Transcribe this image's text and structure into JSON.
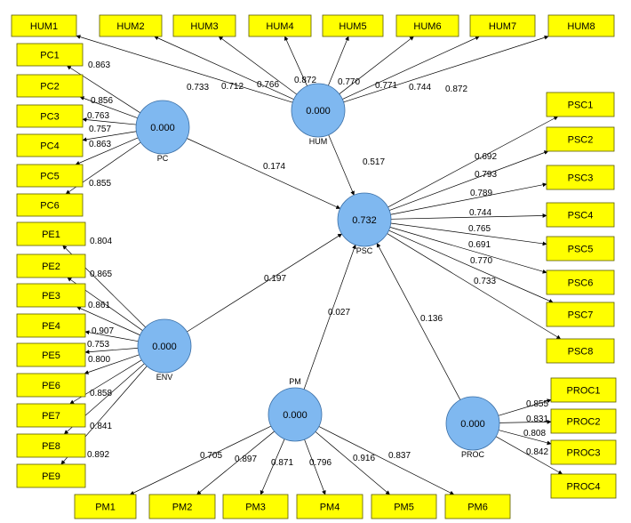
{
  "latent_variables": [
    {
      "id": "HUM",
      "label": "HUM",
      "value": "0.000"
    },
    {
      "id": "PC",
      "label": "PC",
      "value": "0.000"
    },
    {
      "id": "ENV",
      "label": "ENV",
      "value": "0.000"
    },
    {
      "id": "PSC",
      "label": "PSC",
      "value": "0.732"
    },
    {
      "id": "PM",
      "label": "PM",
      "value": "0.000"
    },
    {
      "id": "PROC",
      "label": "PROC",
      "value": "0.000"
    }
  ],
  "indicators": [
    {
      "id": "HUM1",
      "label": "HUM1"
    },
    {
      "id": "HUM2",
      "label": "HUM2"
    },
    {
      "id": "HUM3",
      "label": "HUM3"
    },
    {
      "id": "HUM4",
      "label": "HUM4"
    },
    {
      "id": "HUM5",
      "label": "HUM5"
    },
    {
      "id": "HUM6",
      "label": "HUM6"
    },
    {
      "id": "HUM7",
      "label": "HUM7"
    },
    {
      "id": "HUM8",
      "label": "HUM8"
    },
    {
      "id": "PC1",
      "label": "PC1"
    },
    {
      "id": "PC2",
      "label": "PC2"
    },
    {
      "id": "PC3",
      "label": "PC3"
    },
    {
      "id": "PC4",
      "label": "PC4"
    },
    {
      "id": "PC5",
      "label": "PC5"
    },
    {
      "id": "PC6",
      "label": "PC6"
    },
    {
      "id": "PE1",
      "label": "PE1"
    },
    {
      "id": "PE2",
      "label": "PE2"
    },
    {
      "id": "PE3",
      "label": "PE3"
    },
    {
      "id": "PE4",
      "label": "PE4"
    },
    {
      "id": "PE5",
      "label": "PE5"
    },
    {
      "id": "PE6",
      "label": "PE6"
    },
    {
      "id": "PE7",
      "label": "PE7"
    },
    {
      "id": "PE8",
      "label": "PE8"
    },
    {
      "id": "PE9",
      "label": "PE9"
    },
    {
      "id": "PSC1",
      "label": "PSC1"
    },
    {
      "id": "PSC2",
      "label": "PSC2"
    },
    {
      "id": "PSC3",
      "label": "PSC3"
    },
    {
      "id": "PSC4",
      "label": "PSC4"
    },
    {
      "id": "PSC5",
      "label": "PSC5"
    },
    {
      "id": "PSC6",
      "label": "PSC6"
    },
    {
      "id": "PSC7",
      "label": "PSC7"
    },
    {
      "id": "PSC8",
      "label": "PSC8"
    },
    {
      "id": "PROC1",
      "label": "PROC1"
    },
    {
      "id": "PROC2",
      "label": "PROC2"
    },
    {
      "id": "PROC3",
      "label": "PROC3"
    },
    {
      "id": "PROC4",
      "label": "PROC4"
    },
    {
      "id": "PM1",
      "label": "PM1"
    },
    {
      "id": "PM2",
      "label": "PM2"
    },
    {
      "id": "PM3",
      "label": "PM3"
    },
    {
      "id": "PM4",
      "label": "PM4"
    },
    {
      "id": "PM5",
      "label": "PM5"
    },
    {
      "id": "PM6",
      "label": "PM6"
    }
  ],
  "loadings": [
    {
      "from": "HUM",
      "to": "HUM1",
      "value": "0.733"
    },
    {
      "from": "HUM",
      "to": "HUM2",
      "value": "0.712"
    },
    {
      "from": "HUM",
      "to": "HUM3",
      "value": "0.766"
    },
    {
      "from": "HUM",
      "to": "HUM4",
      "value": "0.872"
    },
    {
      "from": "HUM",
      "to": "HUM5",
      "value": "0.770"
    },
    {
      "from": "HUM",
      "to": "HUM6",
      "value": "0.771"
    },
    {
      "from": "HUM",
      "to": "HUM7",
      "value": "0.744"
    },
    {
      "from": "HUM",
      "to": "HUM8",
      "value": "0.872"
    },
    {
      "from": "PC",
      "to": "PC1",
      "value": "0.863"
    },
    {
      "from": "PC",
      "to": "PC2",
      "value": "0.856"
    },
    {
      "from": "PC",
      "to": "PC3",
      "value": "0.763"
    },
    {
      "from": "PC",
      "to": "PC4",
      "value": "0.757"
    },
    {
      "from": "PC",
      "to": "PC5",
      "value": "0.863"
    },
    {
      "from": "PC",
      "to": "PC6",
      "value": "0.855"
    },
    {
      "from": "ENV",
      "to": "PE1",
      "value": "0.804"
    },
    {
      "from": "ENV",
      "to": "PE2",
      "value": "0.865"
    },
    {
      "from": "ENV",
      "to": "PE3",
      "value": "0.861"
    },
    {
      "from": "ENV",
      "to": "PE4",
      "value": "0.907"
    },
    {
      "from": "ENV",
      "to": "PE5",
      "value": "0.753"
    },
    {
      "from": "ENV",
      "to": "PE6",
      "value": "0.800"
    },
    {
      "from": "ENV",
      "to": "PE7",
      "value": "0.858"
    },
    {
      "from": "ENV",
      "to": "PE8",
      "value": "0.841"
    },
    {
      "from": "ENV",
      "to": "PE9",
      "value": "0.892"
    },
    {
      "from": "PSC",
      "to": "PSC1",
      "value": "0.692"
    },
    {
      "from": "PSC",
      "to": "PSC2",
      "value": "0.793"
    },
    {
      "from": "PSC",
      "to": "PSC3",
      "value": "0.789"
    },
    {
      "from": "PSC",
      "to": "PSC4",
      "value": "0.744"
    },
    {
      "from": "PSC",
      "to": "PSC5",
      "value": "0.765"
    },
    {
      "from": "PSC",
      "to": "PSC6",
      "value": "0.691"
    },
    {
      "from": "PSC",
      "to": "PSC7",
      "value": "0.770"
    },
    {
      "from": "PSC",
      "to": "PSC8",
      "value": "0.733"
    },
    {
      "from": "PROC",
      "to": "PROC1",
      "value": "0.855"
    },
    {
      "from": "PROC",
      "to": "PROC2",
      "value": "0.831"
    },
    {
      "from": "PROC",
      "to": "PROC3",
      "value": "0.808"
    },
    {
      "from": "PROC",
      "to": "PROC4",
      "value": "0.842"
    },
    {
      "from": "PM",
      "to": "PM1",
      "value": "0.705"
    },
    {
      "from": "PM",
      "to": "PM2",
      "value": "0.897"
    },
    {
      "from": "PM",
      "to": "PM3",
      "value": "0.871"
    },
    {
      "from": "PM",
      "to": "PM4",
      "value": "0.796"
    },
    {
      "from": "PM",
      "to": "PM5",
      "value": "0.916"
    },
    {
      "from": "PM",
      "to": "PM6",
      "value": "0.837"
    }
  ],
  "paths": [
    {
      "from": "PC",
      "to": "PSC",
      "value": "0.174"
    },
    {
      "from": "HUM",
      "to": "PSC",
      "value": "0.517"
    },
    {
      "from": "ENV",
      "to": "PSC",
      "value": "0.197"
    },
    {
      "from": "PM",
      "to": "PSC",
      "value": "0.027"
    },
    {
      "from": "PROC",
      "to": "PSC",
      "value": "0.136"
    }
  ],
  "colors": {
    "indicator_fill": "#ffff00",
    "latent_fill": "#7fb8f0",
    "edge": "#000000"
  }
}
